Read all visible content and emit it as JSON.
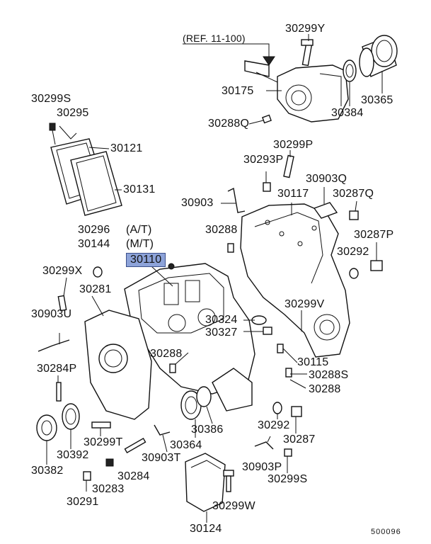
{
  "diagram": {
    "ref_note": "(REF. 11-100)",
    "diagram_code": "500096",
    "highlighted_part": "30110",
    "highlight_color": "#8da3d9",
    "line_color": "#111111",
    "labels": {
      "p30299y": "30299Y",
      "p30175": "30175",
      "p30365": "30365",
      "p30384": "30384",
      "p30288q": "30288Q",
      "p30299s_top": "30299S",
      "p30295": "30295",
      "p30121": "30121",
      "p30131": "30131",
      "p30299p": "30299P",
      "p30293p": "30293P",
      "p30903q": "30903Q",
      "p30903": "30903",
      "p30117": "30117",
      "p30287q": "30287Q",
      "p30296": "30296",
      "p_at": "(A/T)",
      "p30288_top": "30288",
      "p30287p": "30287P",
      "p30144": "30144",
      "p_mt": "(M/T)",
      "p30292_right": "30292",
      "p30110": "30110",
      "p30299x": "30299X",
      "p30281": "30281",
      "p30299v": "30299V",
      "p30903u": "30903U",
      "p30324": "30324",
      "p30327": "30327",
      "p30288_mid": "30288",
      "p30115": "30115",
      "p30284p": "30284P",
      "p30288s": "30288S",
      "p30288_low": "30288",
      "p30292_low": "30292",
      "p30299t": "30299T",
      "p30386": "30386",
      "p30287": "30287",
      "p30392": "30392",
      "p30364": "30364",
      "p30382": "30382",
      "p30903t": "30903T",
      "p30903p": "30903P",
      "p30299s_low": "30299S",
      "p30283": "30283",
      "p30284": "30284",
      "p30299w": "30299W",
      "p30291": "30291",
      "p30124": "30124"
    }
  }
}
